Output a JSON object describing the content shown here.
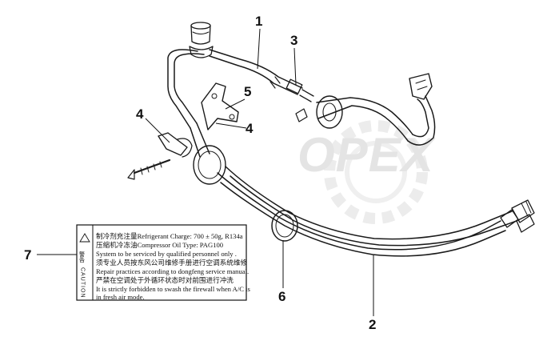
{
  "watermark": "OPEX",
  "callouts": [
    {
      "id": "1",
      "text": "1"
    },
    {
      "id": "2",
      "text": "2"
    },
    {
      "id": "3",
      "text": "3"
    },
    {
      "id": "4a",
      "text": "4"
    },
    {
      "id": "4b",
      "text": "4"
    },
    {
      "id": "5",
      "text": "5"
    },
    {
      "id": "6",
      "text": "6"
    },
    {
      "id": "7",
      "text": "7"
    }
  ],
  "caution_label": {
    "side_text_cn": "警告",
    "side_text_en": "CAUTION",
    "lines": [
      "制冷剂充注量Refrigerant Charge: 700 ± 50g, R134a",
      "压缩机冷冻油Compressor Oil Type: PAG100",
      "System to be serviced by qualified  personnel only .",
      "须专业人员按东风公司维修手册进行空调系统维修",
      "Repair practices according to dongfeng service manual.",
      "严禁在空调处于外循环状态时对前围进行冲洗",
      "It is strictly forbidden to swash the firewall when A/C is",
      "in fresh air mode."
    ]
  }
}
